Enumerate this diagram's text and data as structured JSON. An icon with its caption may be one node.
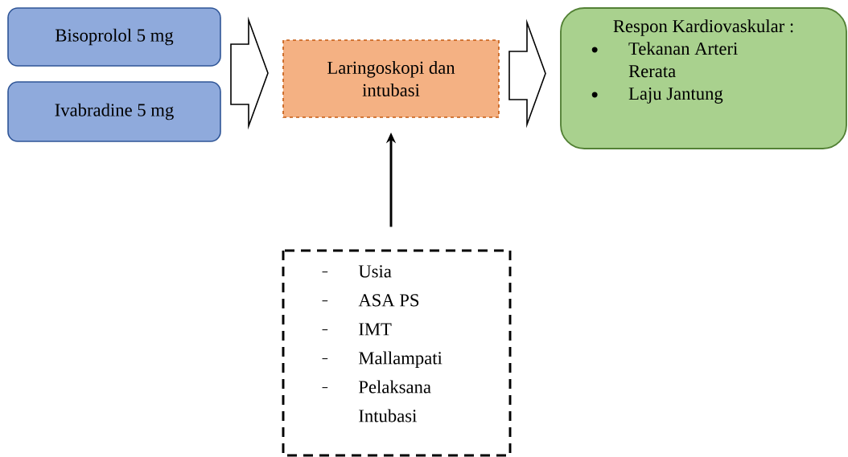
{
  "diagram": {
    "nodes": [
      {
        "text": [
          "Bisoprolol 5 mg"
        ]
      },
      {
        "text": [
          "Ivabradine 5 mg"
        ]
      },
      {
        "text": [
          "Laringoskopi dan intubasi"
        ]
      },
      {
        "text": [
          "Respon Kardiovaskular :",
          "Tekanan Arteri Rerata",
          "Laju Jantung"
        ]
      },
      {
        "text": [
          "Usia",
          "ASA PS",
          "IMT",
          "Mallampati",
          "Pelaksana Intubasi"
        ]
      }
    ],
    "edges": [
      {
        "from": 0,
        "to": 2,
        "arrow": "to"
      },
      {
        "from": 1,
        "to": 2,
        "arrow": "to"
      },
      {
        "from": 2,
        "to": 3,
        "arrow": "to"
      },
      {
        "from": 4,
        "to": 2,
        "arrow": "to"
      }
    ]
  }
}
